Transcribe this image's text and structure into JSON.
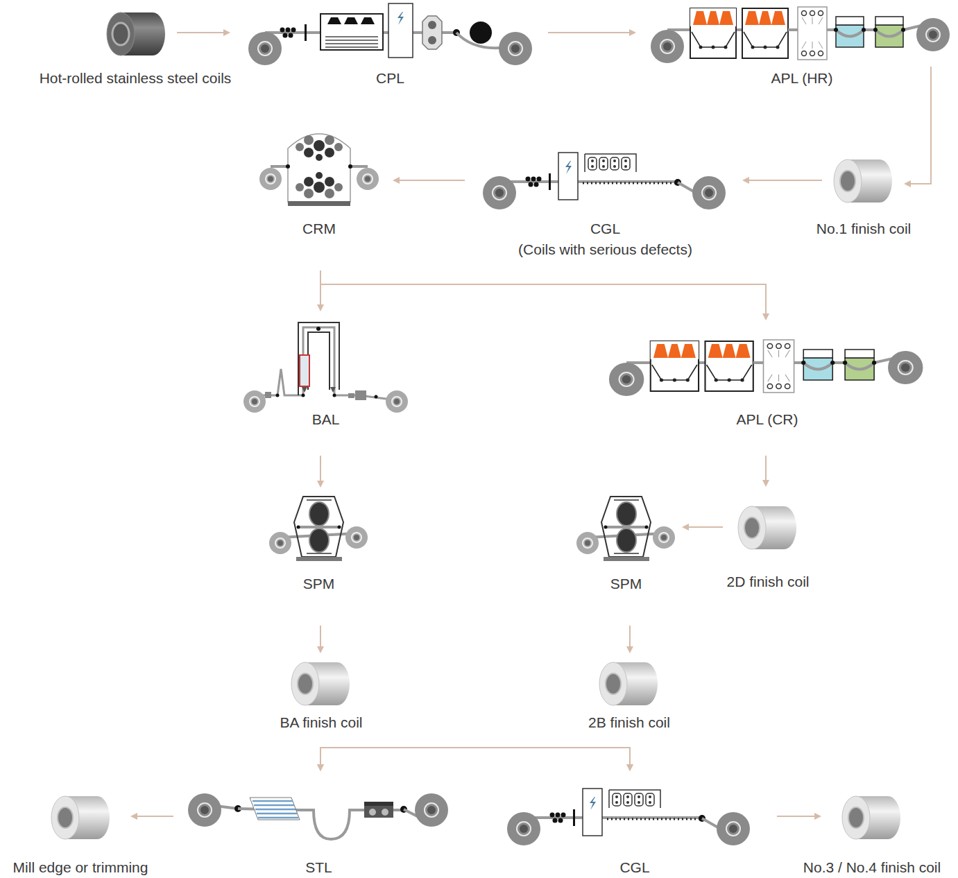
{
  "diagram": {
    "nodes": [
      {
        "text": [
          "Hot-rolled stainless steel coils"
        ]
      },
      {
        "text": [
          "CPL"
        ]
      },
      {
        "text": [
          "APL (HR)"
        ]
      },
      {
        "text": [
          "CRM"
        ]
      },
      {
        "text": [
          "CGL",
          "(Coils with serious defects)"
        ]
      },
      {
        "text": [
          "No.1 finish coil"
        ]
      },
      {
        "text": [
          "BAL"
        ]
      },
      {
        "text": [
          "APL (CR)"
        ]
      },
      {
        "text": [
          "SPM"
        ]
      },
      {
        "text": [
          "SPM"
        ]
      },
      {
        "text": [
          "2D finish coil"
        ]
      },
      {
        "text": [
          "BA finish coil"
        ]
      },
      {
        "text": [
          "2B finish coil"
        ]
      },
      {
        "text": [
          "Mill edge or trimming"
        ]
      },
      {
        "text": [
          "STL"
        ]
      },
      {
        "text": [
          "CGL"
        ]
      },
      {
        "text": [
          "No.3 / No.4 finish coil"
        ]
      }
    ],
    "edges": [
      {
        "from": 0,
        "to": 1,
        "arrow": "to"
      },
      {
        "from": 1,
        "to": 2,
        "arrow": "to"
      },
      {
        "from": 2,
        "to": 5,
        "arrow": "to"
      },
      {
        "from": 5,
        "to": 4,
        "arrow": "to"
      },
      {
        "from": 4,
        "to": 3,
        "arrow": "to"
      },
      {
        "from": 3,
        "to": 6,
        "arrow": "to"
      },
      {
        "from": 3,
        "to": 7,
        "arrow": "to"
      },
      {
        "from": 6,
        "to": 8,
        "arrow": "to"
      },
      {
        "from": 7,
        "to": 10,
        "arrow": "to"
      },
      {
        "from": 10,
        "to": 9,
        "arrow": "to"
      },
      {
        "from": 9,
        "to": 12,
        "arrow": "to"
      },
      {
        "from": 8,
        "to": 11,
        "arrow": "to"
      },
      {
        "from": 11,
        "to": 14,
        "arrow": "to"
      },
      {
        "from": 11,
        "to": 15,
        "arrow": "to"
      },
      {
        "from": 12,
        "to": 14,
        "arrow": "to"
      },
      {
        "from": 12,
        "to": 15,
        "arrow": "to"
      },
      {
        "from": 14,
        "to": 13,
        "arrow": "to"
      },
      {
        "from": 15,
        "to": 16,
        "arrow": "to"
      }
    ]
  }
}
